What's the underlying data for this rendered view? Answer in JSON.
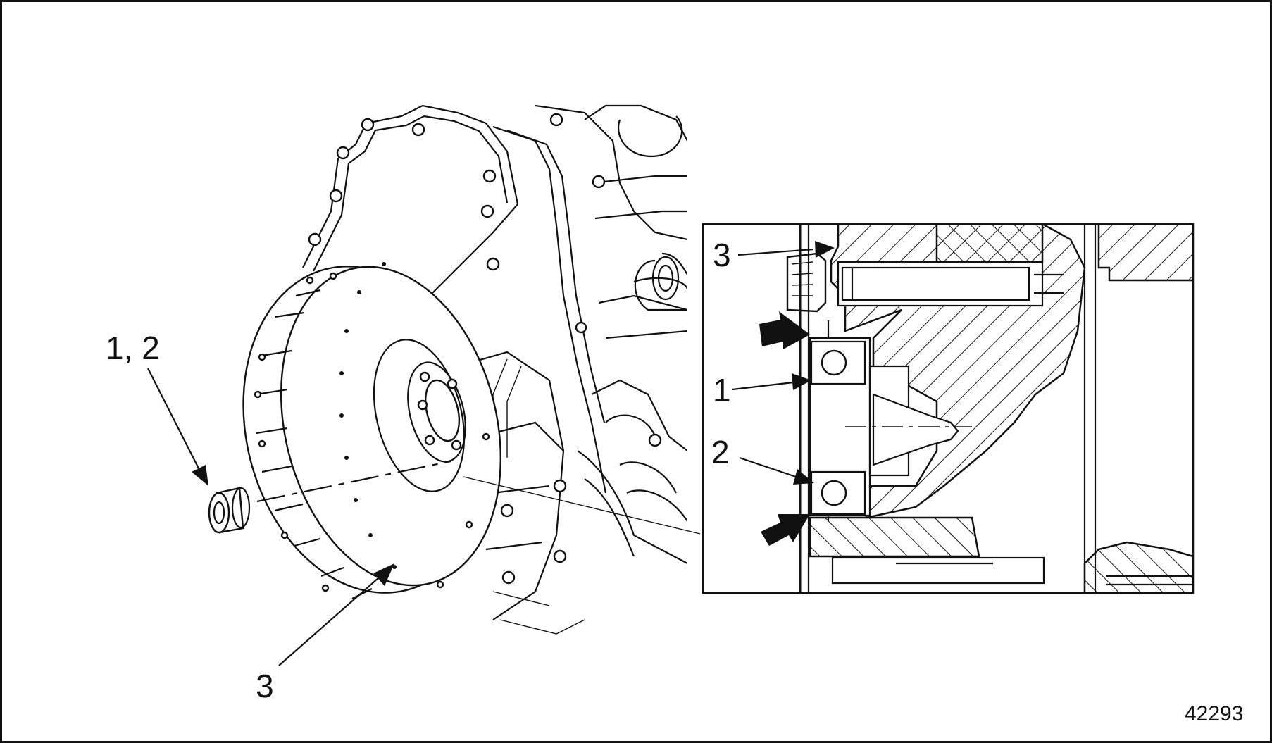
{
  "labels": {
    "flywheel_bearing_callout": "1, 2",
    "flywheel_callout": "3",
    "detail_callout_3": "3",
    "detail_callout_1": "1",
    "detail_callout_2": "2",
    "figure_number": "42293"
  }
}
